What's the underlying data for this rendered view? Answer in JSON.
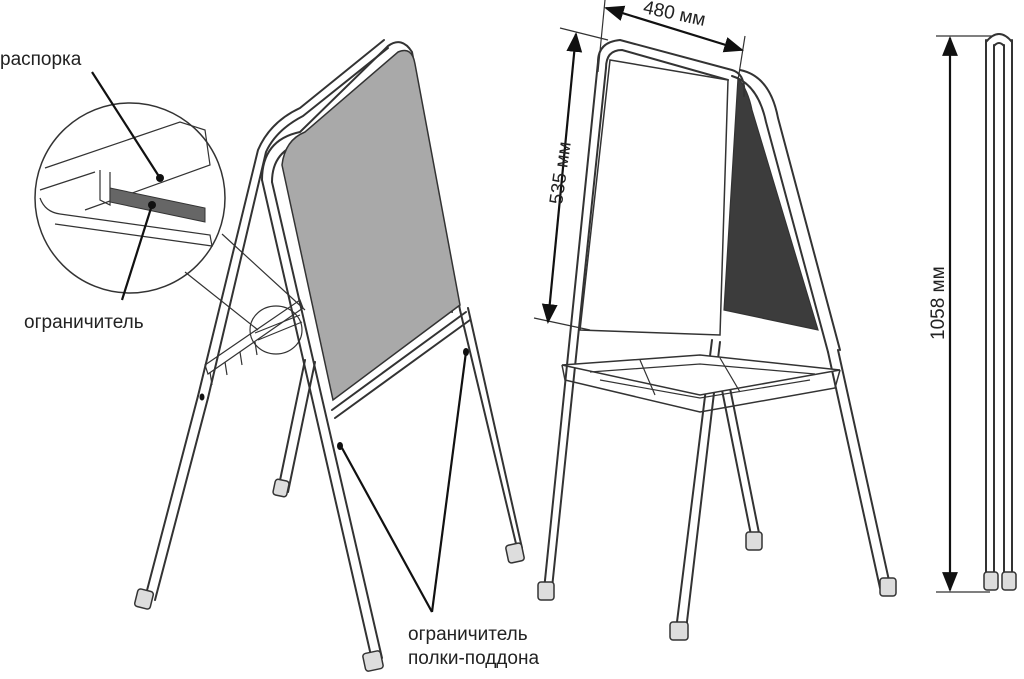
{
  "labels": {
    "raspor": "распорка",
    "limiter": "ограничитель",
    "shelf_limiter_line1": "ограничитель",
    "shelf_limiter_line2": "полки-поддона"
  },
  "dimensions": {
    "width": "480 мм",
    "board_height": "535 мм",
    "total_height": "1058 мм"
  },
  "colors": {
    "board_gray": "#a9a9a9",
    "board_dark": "#3c3c3c",
    "line": "#333333"
  }
}
